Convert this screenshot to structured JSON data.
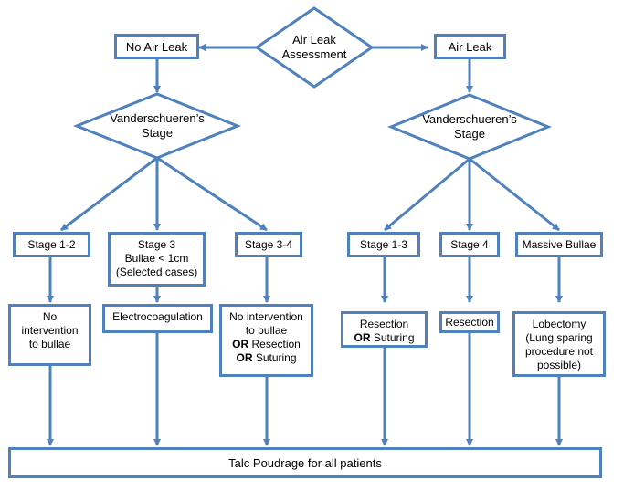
{
  "colors": {
    "stroke": "#4f81bd",
    "text": "#000000",
    "background": "#ffffff"
  },
  "decisions": {
    "assessment": {
      "line1": "Air Leak",
      "line2": "Assessment"
    },
    "left_stage": {
      "line1": "Vanderschueren’s",
      "line2": "Stage"
    },
    "right_stage": {
      "line1": "Vanderschueren’s",
      "line2": "Stage"
    }
  },
  "branches": {
    "no_air_leak": "No Air Leak",
    "air_leak": "Air Leak"
  },
  "stages": {
    "s12": "Stage 1-2",
    "s3": {
      "line1": "Stage 3",
      "line2": "Bullae < 1cm",
      "line3": "(Selected cases)"
    },
    "s34": "Stage 3-4",
    "s13": "Stage 1-3",
    "s4": "Stage 4",
    "massive": "Massive Bullae"
  },
  "treatments": {
    "t12": {
      "line1": "No",
      "line2": "intervention",
      "line3": "to bullae"
    },
    "t3": "Electrocoagulation",
    "t34": {
      "line1": "No intervention",
      "line2": "to bullae",
      "or1": "OR",
      "line3": " Resection",
      "or2": "OR",
      "line4": " Suturing"
    },
    "t13": {
      "line1": "Resection",
      "or": "OR",
      "line2": " Suturing"
    },
    "t4": "Resection",
    "tm": {
      "line1": "Lobectomy",
      "line2": "(Lung sparing",
      "line3": "procedure not",
      "line4": "possible)"
    }
  },
  "final": "Talc Poudrage for all patients"
}
